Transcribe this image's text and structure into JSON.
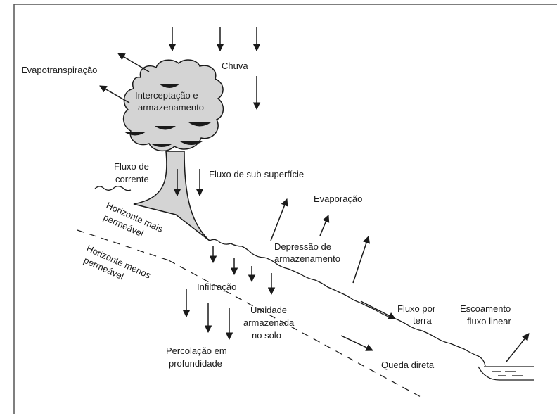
{
  "labels": {
    "evapotranspiracao": "Evapotranspiração",
    "chuva": "Chuva",
    "interceptacao_1": "Interceptação e",
    "interceptacao_2": "armazenamento",
    "fluxo_corrente_1": "Fluxo de",
    "fluxo_corrente_2": "corrente",
    "fluxo_subsuperficie": "Fluxo de sub-superfície",
    "evaporacao": "Evaporação",
    "horizonte_mais_1": "Horizonte mais",
    "horizonte_mais_2": "permeável",
    "horizonte_menos_1": "Horizonte menos",
    "horizonte_menos_2": "permeável",
    "depressao_1": "Depressão de",
    "depressao_2": "armazenamento",
    "infiltracao": "Infiltração",
    "umidade_1": "Umidade",
    "umidade_2": "armazenada",
    "umidade_3": "no solo",
    "fluxo_terra_1": "Fluxo por",
    "fluxo_terra_2": "terra",
    "escoamento_1": "Escoamento =",
    "escoamento_2": "fluxo linear",
    "percolacao_1": "Percolação em",
    "percolacao_2": "profundidade",
    "queda_direta": "Queda direta"
  },
  "colors": {
    "stroke": "#1a1a1a",
    "fill_gray": "#d4d4d4",
    "background": "#ffffff"
  }
}
